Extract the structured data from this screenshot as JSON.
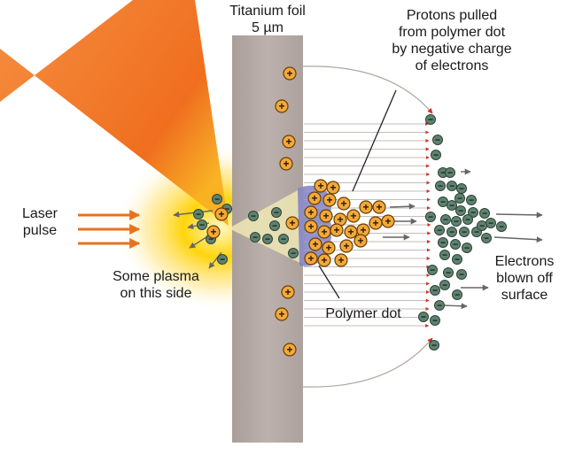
{
  "labels": {
    "foil": [
      "Titanium foil",
      "5 µm"
    ],
    "protons_pulled": [
      "Protons pulled",
      "from polymer dot",
      "by negative charge",
      "of electrons"
    ],
    "laser": [
      "Laser",
      "pulse"
    ],
    "plasma": [
      "Some plasma",
      "on this side"
    ],
    "polymer": [
      "Polymer dot"
    ],
    "electrons": [
      "Electrons",
      "blown off",
      "surface"
    ]
  },
  "symbols": {
    "proton": "+",
    "electron": "−"
  },
  "colors": {
    "foil": "#b5a9a6",
    "laser_cone": "#f07020",
    "glow": "#ffd200",
    "beam": "#efe7b4",
    "polymer": "#7e7fc7",
    "proton_fill": "#f2a93b",
    "proton_stroke": "#6b3d00",
    "electron_fill": "#5f8270",
    "electron_stroke": "#2d4236",
    "arrow": "#666666",
    "field_line": "#b0a4a0",
    "field_arrow": "#d42e1f",
    "laser_arrow": "#e8711e"
  }
}
